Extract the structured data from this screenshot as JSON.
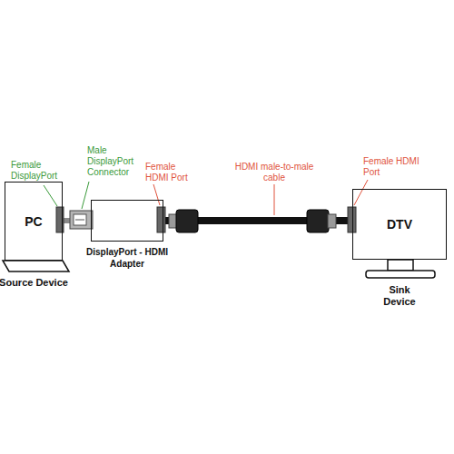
{
  "diagram": {
    "nodes": [
      {
        "text": [
          "PC",
          "Source Device"
        ]
      },
      {
        "text": [
          "DisplayPort - HDMI Adapter"
        ]
      },
      {
        "text": [
          "DTV",
          "Sink Device"
        ]
      }
    ],
    "edges": [
      {
        "from": 0,
        "to": 1,
        "arrow": "none"
      },
      {
        "from": 1,
        "to": 2,
        "arrow": "none"
      }
    ],
    "labels": [
      "Female DisplayPort",
      "Male DisplayPort Connector",
      "Female HDMI Port",
      "HDMI male-to-male cable",
      "Female HDMI Port"
    ]
  }
}
